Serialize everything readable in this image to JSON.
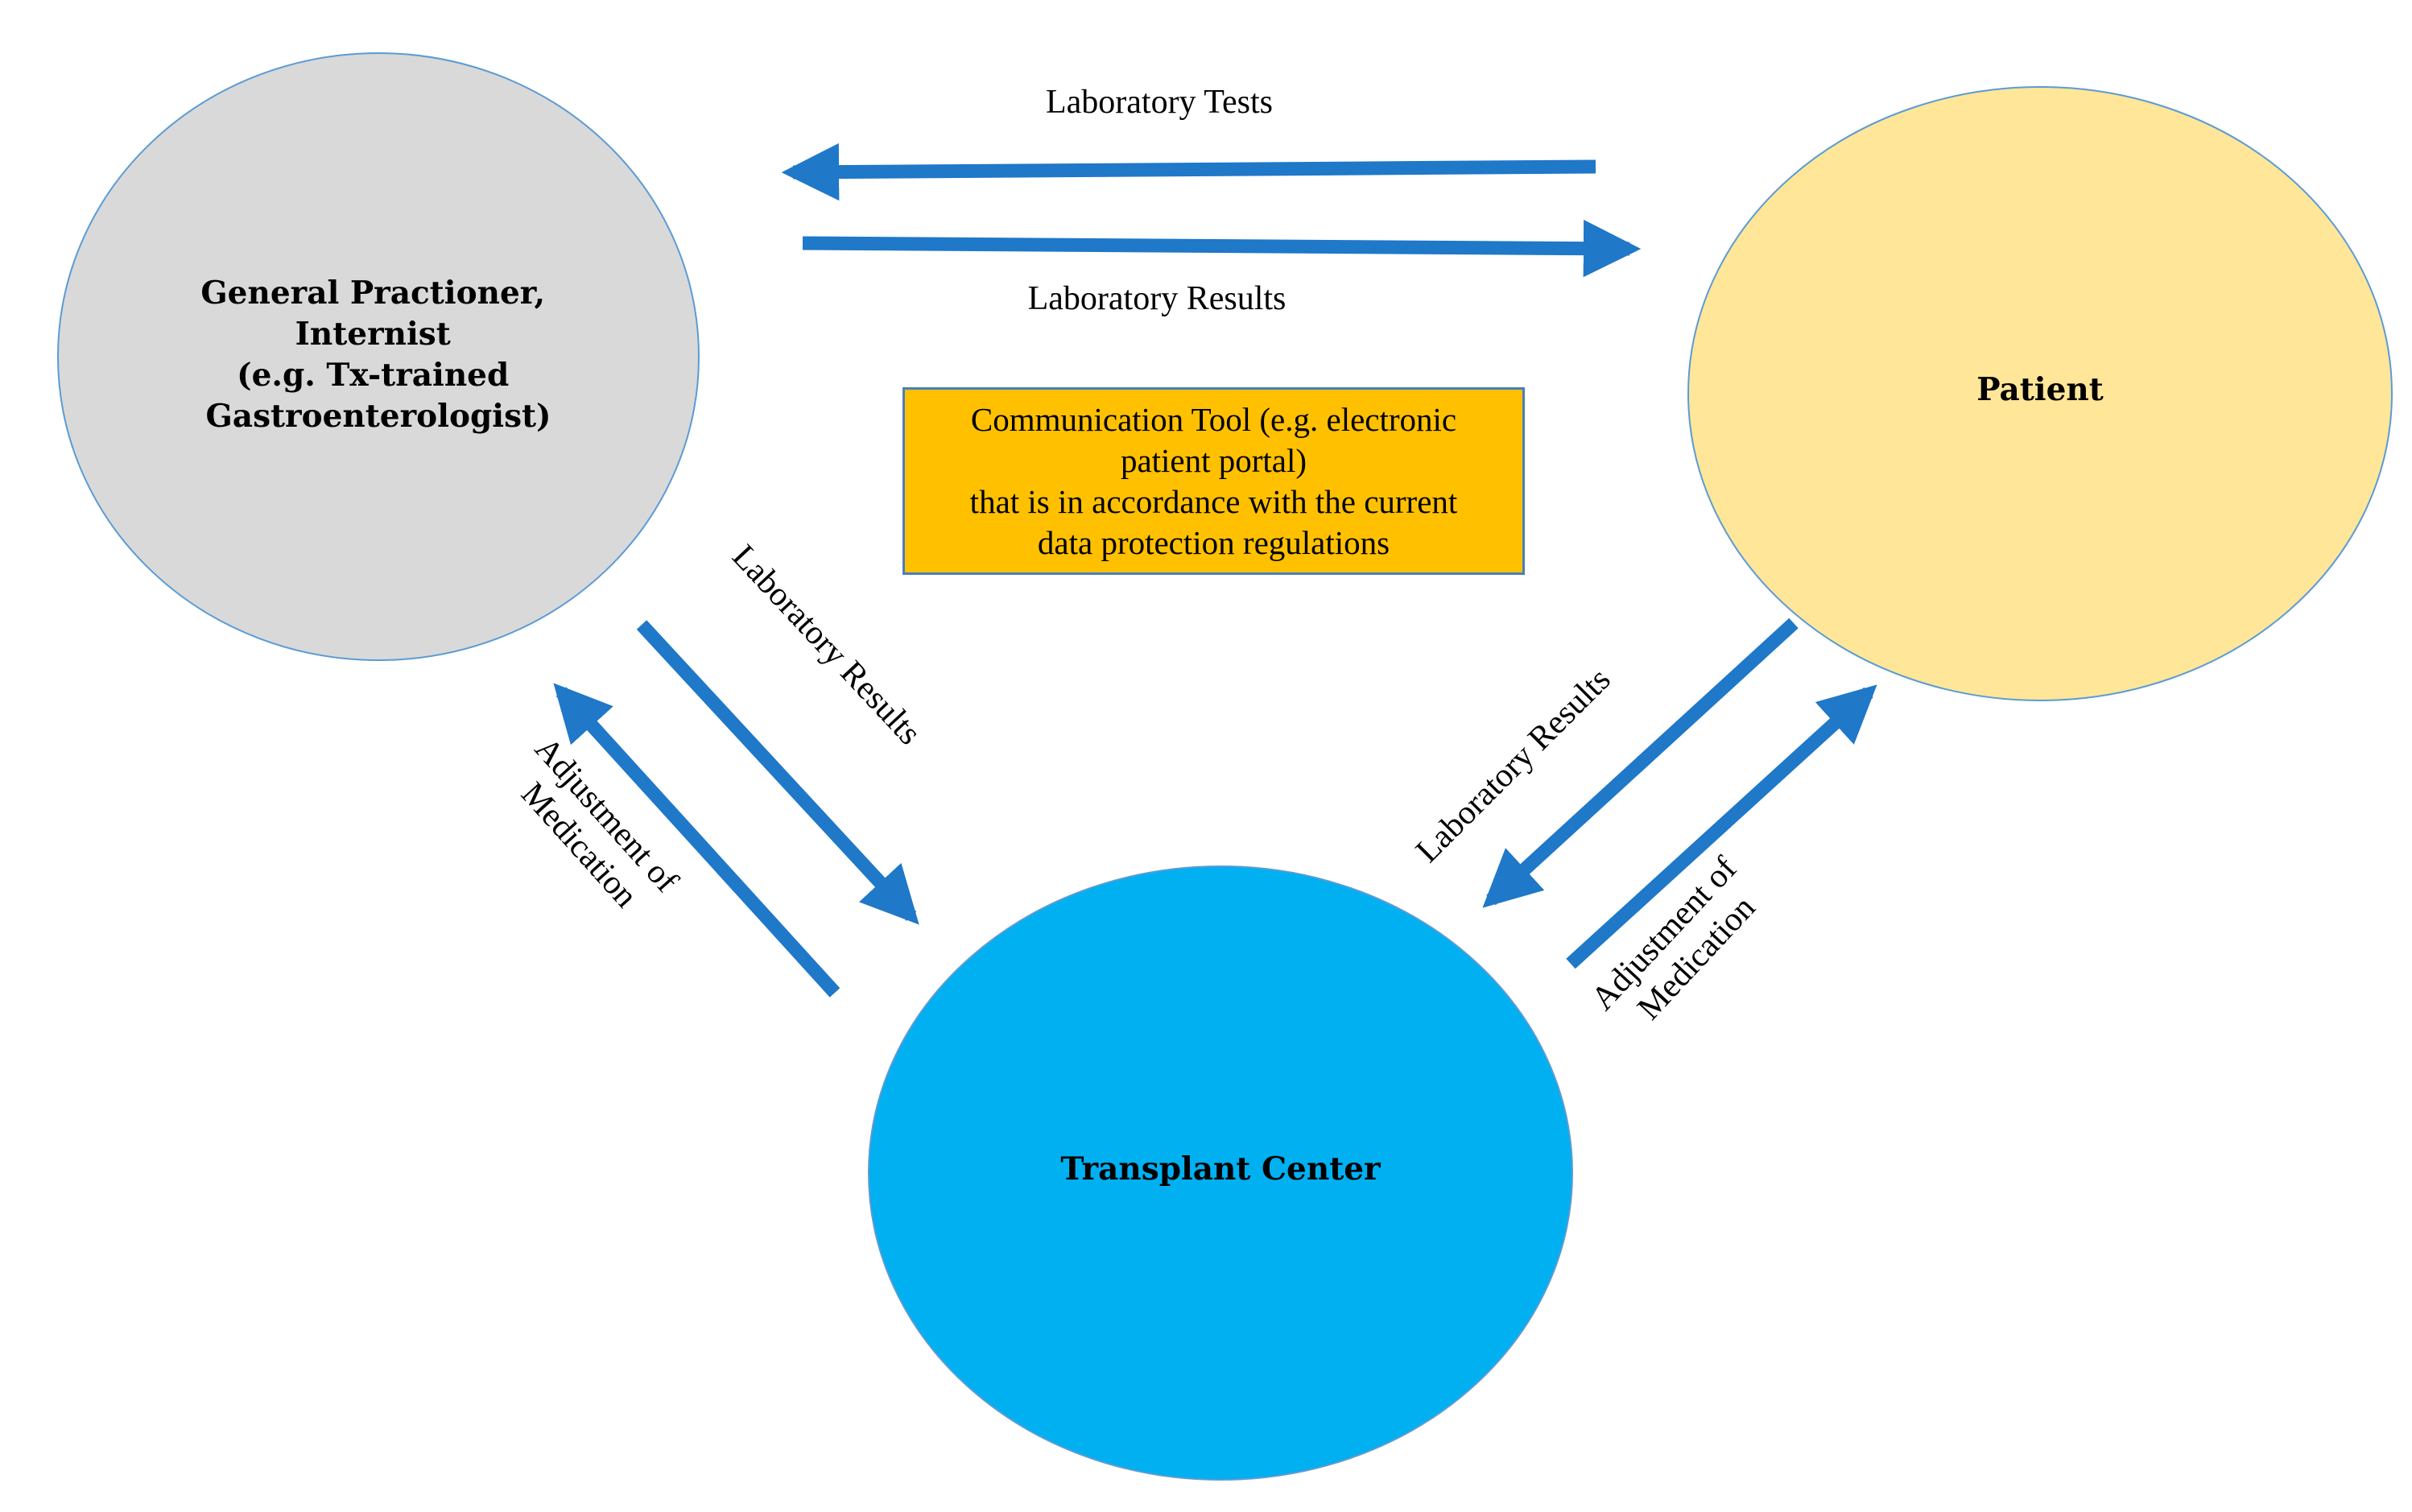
{
  "colors": {
    "gp_fill": "#d9d9d9",
    "patient_fill": "#ffe699",
    "center_fill": "#00b0f0",
    "node_stroke": "#5b9bd5",
    "arrow": "#1f78c8",
    "note_fill": "#ffc000",
    "note_border": "#4a7ebb"
  },
  "nodes": {
    "gp": {
      "lines": [
        "General Practioner,",
        "Internist",
        "(e.g. Tx-trained",
        "Gastroenterologist)"
      ]
    },
    "patient": {
      "lines": [
        "Patient"
      ]
    },
    "center": {
      "lines": [
        "Transplant Center"
      ]
    }
  },
  "edges": {
    "patient_to_gp": {
      "label": "Laboratory Tests"
    },
    "gp_to_patient": {
      "label": "Laboratory Results"
    },
    "gp_to_center": {
      "label": "Laboratory Results"
    },
    "center_to_gp": {
      "label_lines": [
        "Adjustment of",
        "Medication"
      ]
    },
    "patient_to_center": {
      "label": "Laboratory Results"
    },
    "center_to_patient": {
      "label_lines": [
        "Adjustment of",
        "Medication"
      ]
    }
  },
  "note": {
    "lines": [
      "Communication Tool  (e.g. electronic",
      "patient portal)",
      "that is in accordance with the current",
      "data protection regulations"
    ]
  }
}
